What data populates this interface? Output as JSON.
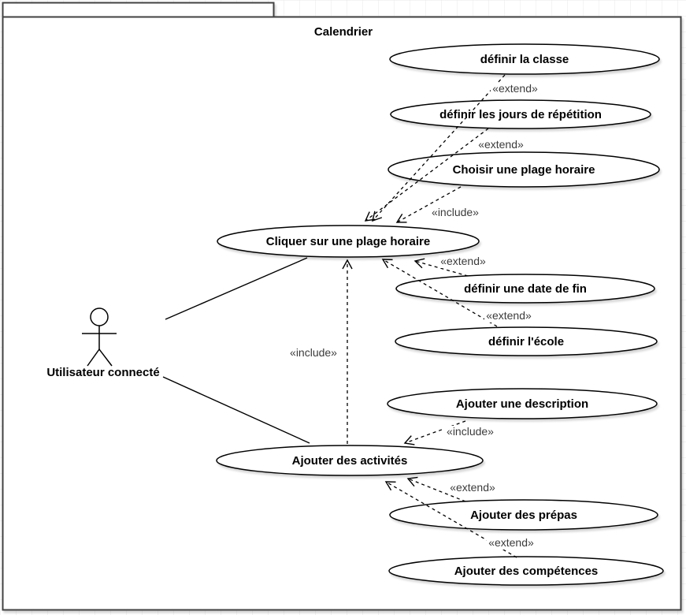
{
  "frame": {
    "title": "Calendrier"
  },
  "actor": {
    "label": "Utilisateur connecté"
  },
  "use_cases": [
    {
      "label": "définir la classe"
    },
    {
      "label": "définir les jours de répétition"
    },
    {
      "label": "Choisir une plage horaire"
    },
    {
      "label": "Cliquer sur une plage horaire"
    },
    {
      "label": "définir une date de fin"
    },
    {
      "label": "définir l'école"
    },
    {
      "label": "Ajouter une description"
    },
    {
      "label": "Ajouter des activités"
    },
    {
      "label": "Ajouter des prépas"
    },
    {
      "label": "Ajouter des compétences"
    }
  ],
  "edges": [
    {
      "from": "définir la classe",
      "to": "Cliquer sur une plage horaire",
      "stereotype": "«extend»",
      "style": "dashed"
    },
    {
      "from": "définir les jours de répétition",
      "to": "Cliquer sur une plage horaire",
      "stereotype": "«extend»",
      "style": "dashed"
    },
    {
      "from": "Choisir une plage horaire",
      "to": "Cliquer sur une plage horaire",
      "stereotype": "«include»",
      "style": "dashed"
    },
    {
      "from": "définir une date de fin",
      "to": "Cliquer sur une plage horaire",
      "stereotype": "«extend»",
      "style": "dashed"
    },
    {
      "from": "définir l'école",
      "to": "Cliquer sur une plage horaire",
      "stereotype": "«extend»",
      "style": "dashed"
    },
    {
      "from": "Ajouter des activités",
      "to": "Cliquer sur une plage horaire",
      "stereotype": "«include»",
      "style": "dashed"
    },
    {
      "from": "Ajouter une description",
      "to": "Ajouter des activités",
      "stereotype": "«include»",
      "style": "dashed"
    },
    {
      "from": "Ajouter des prépas",
      "to": "Ajouter des activités",
      "stereotype": "«extend»",
      "style": "dashed"
    },
    {
      "from": "Ajouter des compétences",
      "to": "Ajouter des activités",
      "stereotype": "«extend»",
      "style": "dashed"
    },
    {
      "from": "Utilisateur connecté",
      "to": "Cliquer sur une plage horaire",
      "stereotype": "",
      "style": "solid"
    },
    {
      "from": "Utilisateur connecté",
      "to": "Ajouter des activités",
      "stereotype": "",
      "style": "solid"
    }
  ],
  "colors": {
    "shape_stroke": "#000000",
    "shape_fill": "#ffffff",
    "frame_stroke": "#424242",
    "grid_line": "#e9e9e9",
    "edge_label_text": "#3b3b3b"
  }
}
